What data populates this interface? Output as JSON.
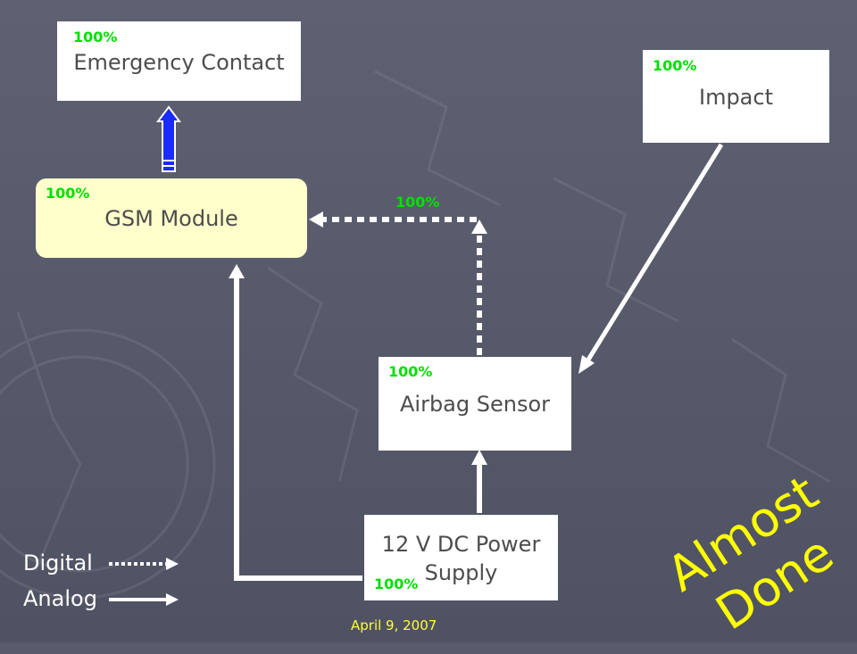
{
  "boxes": {
    "emergency_contact": {
      "label": "Emergency Contact",
      "percent": "100%"
    },
    "impact": {
      "label": "Impact",
      "percent": "100%"
    },
    "gsm_module": {
      "label": "GSM Module",
      "percent": "100%"
    },
    "airbag_sensor": {
      "label": "Airbag Sensor",
      "percent": "100%"
    },
    "power_supply": {
      "label_line1": "12 V DC Power",
      "label_line2": "Supply",
      "percent": "100%"
    }
  },
  "connection_percent": "100%",
  "legend": {
    "digital": "Digital",
    "analog": "Analog"
  },
  "stamp": {
    "line1": "Almost",
    "line2": "Done"
  },
  "footer": {
    "date": "April 9, 2007"
  },
  "colors": {
    "background": "#585b6c",
    "box": "#ffffff",
    "gsm_box": "#ffffcc",
    "percent": "#00e000",
    "stamp": "#ffff00",
    "footer": "#ffff33",
    "up_arrow": "#1a2bff",
    "connector": "#ffffff"
  }
}
